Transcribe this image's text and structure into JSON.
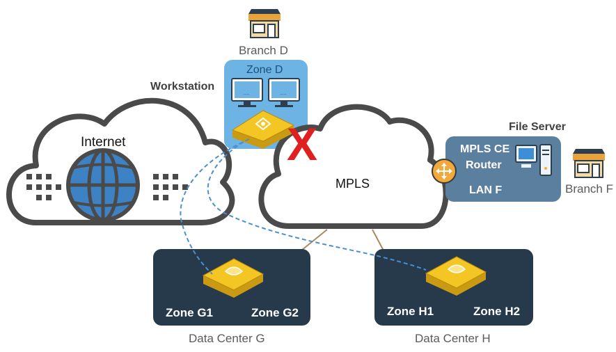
{
  "labels": {
    "branch_d": "Branch D",
    "zone_d": "Zone D",
    "workstation": "Workstation",
    "internet": "Internet",
    "mpls": "MPLS",
    "file_server": "File Server",
    "mpls_ce": "MPLS CE",
    "router": "Router",
    "lan_f": "LAN F",
    "branch_f": "Branch F",
    "zone_g1": "Zone G1",
    "zone_g2": "Zone G2",
    "data_center_g": "Data Center G",
    "zone_h1": "Zone H1",
    "zone_h2": "Zone H2",
    "data_center_h": "Data Center H",
    "failure_mark": "X"
  },
  "colors": {
    "zone_d_box": "#6db4e4",
    "lan_f_box": "#5b7f9e",
    "data_center_box": "#263a4b",
    "cloud_stroke": "#4a4a4a",
    "globe_blue": "#3d82c4",
    "router_orange": "#f2a93b",
    "appliance_yellow": "#f3c623",
    "failure_red": "#e02020",
    "tunnel_blue": "#4a90d0",
    "mpls_link_brown": "#a98a5e"
  },
  "icons": [
    "store-icon",
    "monitor-icon",
    "sd-wan-appliance-icon",
    "globe-icon",
    "router-icon",
    "server-icon"
  ]
}
